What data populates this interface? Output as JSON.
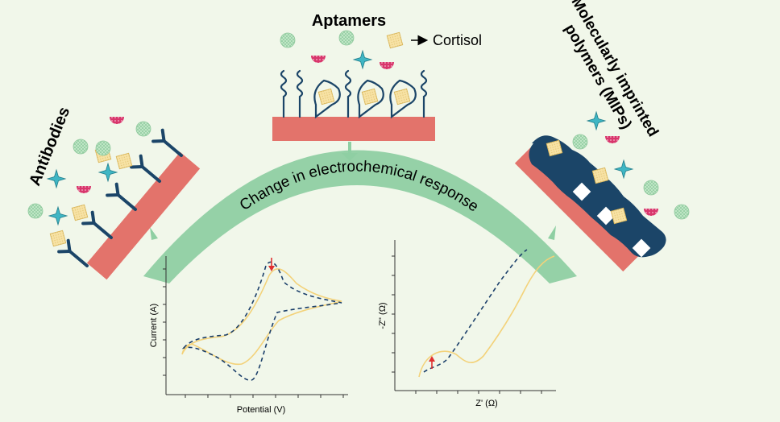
{
  "labels": {
    "aptamers": "Aptamers",
    "cortisol": "Cortisol",
    "antibodies": "Antibodies",
    "mips_line1": "Molecularly imprinted",
    "mips_line2": "polymers (MIPs)",
    "arc_text": "Change in electrochemical response"
  },
  "plots": {
    "cv": {
      "xlabel": "Potential (V)",
      "ylabel": "Current (A)"
    },
    "eis": {
      "xlabel": "Z' (Ω)",
      "ylabel": "-Z'' (Ω)"
    }
  },
  "colors": {
    "background": "#f1f7ea",
    "electrode": "#e3736b",
    "arc": "#8fcfa3",
    "mip": "#1b4568",
    "cortisol": "#f6dd9a",
    "solid_trace": "#f3d27a",
    "dashed_trace": "#1b3f6a",
    "change_arrow": "#e03030",
    "antibody": "#1b4568",
    "green_molecule": "#a9dcb3",
    "pink_molecule": "#d8366c",
    "star_molecule": "#3fb6c4"
  }
}
